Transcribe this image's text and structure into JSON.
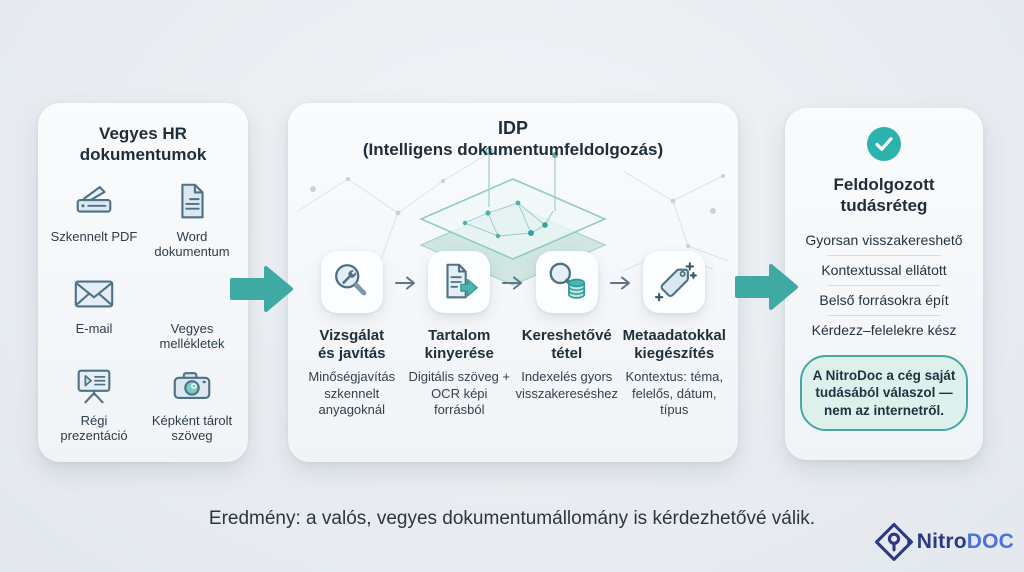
{
  "left_panel": {
    "title": "Vegyes HR dokumentumok",
    "items": [
      {
        "icon": "scanner-icon",
        "label": "Szkennelt PDF"
      },
      {
        "icon": "word-document-icon",
        "label": "Word dokumentum"
      },
      {
        "icon": "email-icon",
        "label": "E-mail"
      },
      {
        "icon": "paperclip-icon",
        "label": "Vegyes mellékletek"
      },
      {
        "icon": "presentation-icon",
        "label": "Régi prezentáció"
      },
      {
        "icon": "camera-icon",
        "label": "Képként tárolt szöveg"
      }
    ]
  },
  "center_panel": {
    "title_line1": "IDP",
    "title_line2": "(Intelligens dokumentumfeldolgozás)",
    "graphic": "network-layers-graphic",
    "steps": [
      {
        "icon": "inspect-repair-icon",
        "title_line1": "Vizsgálat",
        "title_line2": "és javítás",
        "description": "Minőségjavítás szkennelt anyagoknál"
      },
      {
        "icon": "extract-content-icon",
        "title_line1": "Tartalom",
        "title_line2": "kinyerése",
        "description": "Digitális szöveg + OCR képi forrásból"
      },
      {
        "icon": "search-database-icon",
        "title_line1": "Kereshetővé",
        "title_line2": "tétel",
        "description": "Indexelés gyors visszakereséshez"
      },
      {
        "icon": "metadata-tag-icon",
        "title_line1": "Metaadatokkal",
        "title_line2": "kiegészítés",
        "description": "Kontextus: téma, felelős, dátum, típus"
      }
    ]
  },
  "right_panel": {
    "icon": "check-circle-icon",
    "title": "Feldolgozott tudásréteg",
    "bullets": [
      "Gyorsan visszakereshető",
      "Kontextussal ellátott",
      "Belső forrásokra épít",
      "Kérdezz–felelekre kész"
    ],
    "callout": "A NitroDoc a cég saját tudásából válaszol — nem az internetről."
  },
  "footer": {
    "result_text": "Eredmény: a valós, vegyes dokumentumállomány is kérdezhetővé válik.",
    "brand_name_primary": "Nitro",
    "brand_name_secondary": "DOC"
  },
  "colors": {
    "accent_teal": "#3fa9a4",
    "check_teal": "#2db3ae",
    "callout_bg": "#def0ec",
    "callout_border": "#45a9a3",
    "brand_navy": "#2c3a85",
    "brand_blue": "#4f6fd8",
    "icon_stroke": "#4e7186",
    "ink": "#20303b"
  }
}
